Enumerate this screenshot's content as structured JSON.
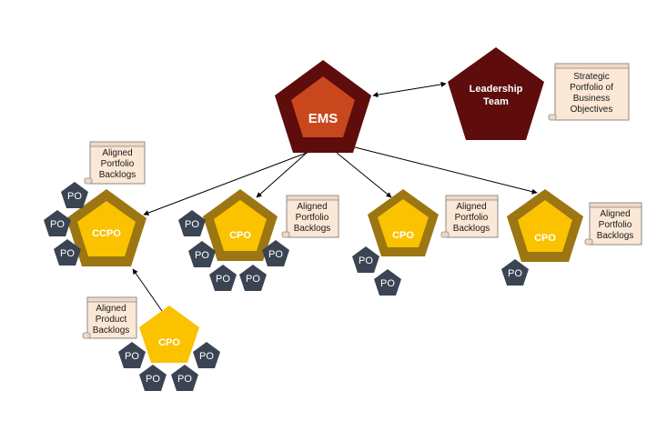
{
  "nodes": {
    "ems": {
      "label": "EMS",
      "colors": {
        "outer": "#5e0c0c",
        "inner": "#c9471c"
      }
    },
    "leadership": {
      "label_line1": "Leadership",
      "label_line2": "Team",
      "colors": {
        "fill": "#5e0c0c"
      }
    },
    "ccpo": {
      "label": "CCPO",
      "colors": {
        "outer": "#9c7612",
        "inner": "#fbc200"
      }
    },
    "cpo_1": {
      "label": "CPO"
    },
    "cpo_2": {
      "label": "CPO"
    },
    "cpo_3": {
      "label": "CPO"
    },
    "cpo_product": {
      "label": "CPO",
      "colors": {
        "fill": "#fbc200"
      }
    },
    "po_label": "PO",
    "po_color": "#3b4453"
  },
  "notes": {
    "strategic": [
      "Strategic",
      "Portfolio of",
      "Business",
      "Objectives"
    ],
    "ccpo_aligned": [
      "Aligned",
      "Portfolio",
      "Backlogs"
    ],
    "cpo1_aligned": [
      "Aligned",
      "Portfolio",
      "Backlogs"
    ],
    "cpo2_aligned": [
      "Aligned",
      "Portfolio",
      "Backlogs"
    ],
    "cpo3_aligned": [
      "Aligned",
      "Portfolio",
      "Backlogs"
    ],
    "product_aligned": [
      "Aligned",
      "Product",
      "Backlogs"
    ]
  }
}
